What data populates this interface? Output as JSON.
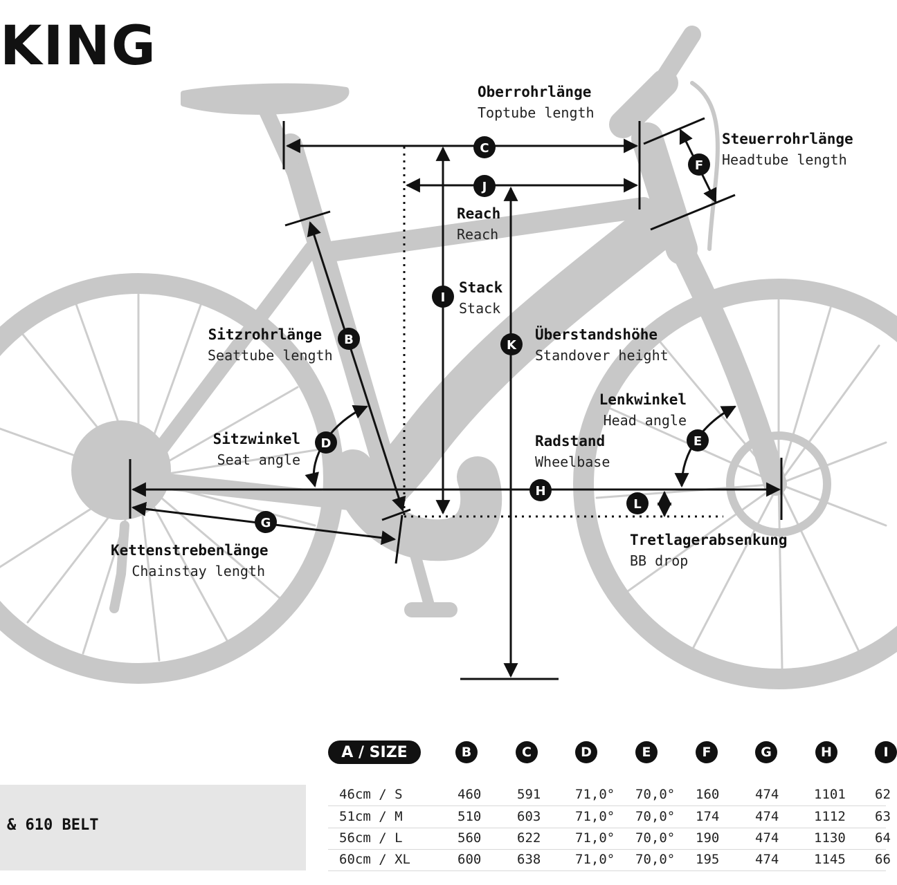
{
  "heading": "KING",
  "labels": {
    "toptube": {
      "de": "Oberrohrlänge",
      "en": "Toptube length"
    },
    "headtube": {
      "de": "Steuerrohrlänge",
      "en": "Headtube length"
    },
    "reach": {
      "de": "Reach",
      "en": "Reach"
    },
    "stack": {
      "de": "Stack",
      "en": "Stack"
    },
    "seattube": {
      "de": "Sitzrohrlänge",
      "en": "Seattube length"
    },
    "standover": {
      "de": "Überstandshöhe",
      "en": "Standover height"
    },
    "headangle": {
      "de": "Lenkwinkel",
      "en": "Head angle"
    },
    "seatangle": {
      "de": "Sitzwinkel",
      "en": "Seat angle"
    },
    "wheelbase": {
      "de": "Radstand",
      "en": "Wheelbase"
    },
    "chainstay": {
      "de": "Kettenstrebenlänge",
      "en": "Chainstay length"
    },
    "bbdrop": {
      "de": "Tretlagerabsenkung",
      "en": "BB drop"
    }
  },
  "markers": {
    "B": "B",
    "C": "C",
    "D": "D",
    "E": "E",
    "F": "F",
    "G": "G",
    "H": "H",
    "I": "I",
    "J": "J",
    "K": "K",
    "L": "L"
  },
  "table": {
    "model": "& 610 BELT",
    "size_header": "A / SIZE",
    "columns": [
      "B",
      "C",
      "D",
      "E",
      "F",
      "G",
      "H",
      "I"
    ],
    "rows": [
      {
        "size": "46cm  / S",
        "values": [
          "460",
          "591",
          "71,0°",
          "70,0°",
          "160",
          "474",
          "1101",
          "62"
        ]
      },
      {
        "size": "51cm  / M",
        "values": [
          "510",
          "603",
          "71,0°",
          "70,0°",
          "174",
          "474",
          "1112",
          "63"
        ]
      },
      {
        "size": "56cm  / L",
        "values": [
          "560",
          "622",
          "71,0°",
          "70,0°",
          "190",
          "474",
          "1130",
          "64"
        ]
      },
      {
        "size": "60cm  / XL",
        "values": [
          "600",
          "638",
          "71,0°",
          "70,0°",
          "195",
          "474",
          "1145",
          "66"
        ]
      }
    ]
  },
  "colors": {
    "bike": "#c8c8c8",
    "ink": "#111111",
    "band": "#e6e6e6"
  }
}
